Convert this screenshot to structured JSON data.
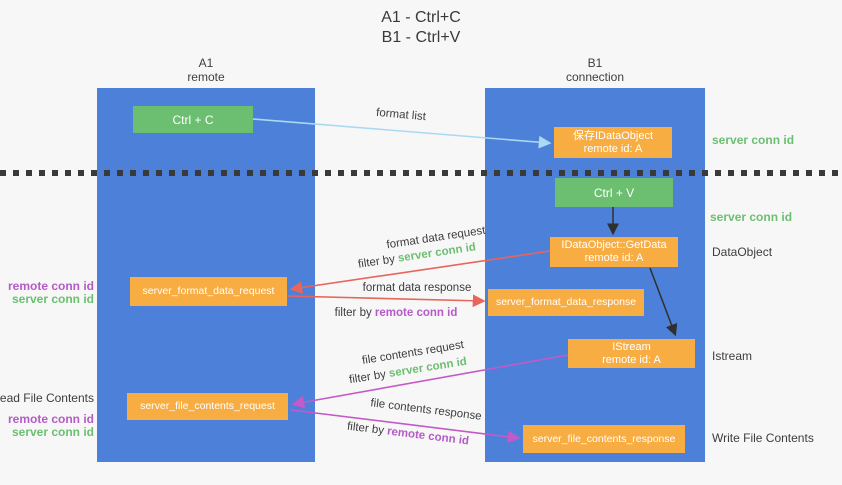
{
  "title": {
    "line1": "A1 - Ctrl+C",
    "line2": "B1 - Ctrl+V"
  },
  "columns": {
    "a": {
      "id": "A1",
      "role": "remote"
    },
    "b": {
      "id": "B1",
      "role": "connection"
    }
  },
  "boxes": {
    "ctrl_c": "Ctrl + C",
    "ctrl_v": "Ctrl + V",
    "save_idataobject": {
      "line1": "保存IDataObject",
      "line2": "remote id: A"
    },
    "getdata": {
      "line1": "IDataObject::GetData",
      "line2": "remote id: A"
    },
    "istream": {
      "line1": "IStream",
      "line2": "remote id: A"
    },
    "format_request": "server_format_data_request",
    "format_response": "server_format_data_response",
    "file_request": "server_file_contents_request",
    "file_response": "server_file_contents_response"
  },
  "side_labels": {
    "server_conn_id": "server conn id",
    "remote_conn_id": "remote conn id",
    "dataobject": "DataObject",
    "istream": "Istream",
    "read_file_contents": "Read File Contents",
    "write_file_contents": "Write File Contents"
  },
  "arrow_labels": {
    "format_list": "format list",
    "filter_by": "filter by ",
    "format_data_request": "format data request",
    "format_data_response": "format data response",
    "file_contents_request": "file contents request",
    "file_contents_response": "file contents response"
  },
  "colors": {
    "column_blue": "#4d80d8",
    "box_green": "#6cbf71",
    "box_orange": "#f8ad43",
    "label_green": "#6cbf71",
    "label_purple": "#b55bc8",
    "arrow_red": "#e8655b",
    "arrow_purple": "#c459c8",
    "arrow_lightblue": "#aad9f2",
    "arrow_black": "#2f2f2f",
    "background": "#f7f7f7"
  }
}
